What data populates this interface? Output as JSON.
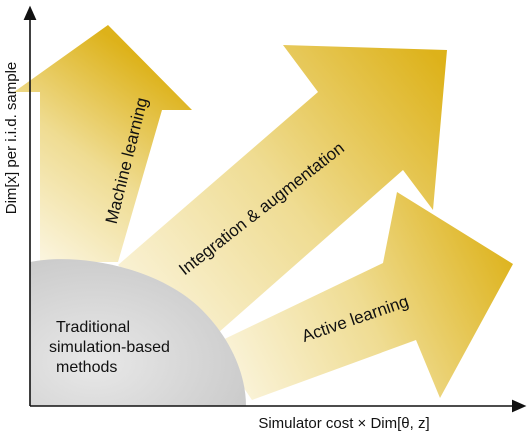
{
  "diagram": {
    "y_axis_label": "Dim[x] per i.i.d. sample",
    "x_axis_label": "Simulator cost × Dim[θ, z]",
    "traditional_region": {
      "lines": [
        "Traditional",
        "simulation-based",
        "methods"
      ],
      "color": "#cfcfcf"
    },
    "arrows": [
      {
        "label": "Machine learning"
      },
      {
        "label": "Integration & augmentation"
      },
      {
        "label": "Active learning"
      }
    ],
    "colors": {
      "arrow_light": "#fbf5df",
      "arrow_mid": "#efdc92",
      "arrow_dark": "#ddb21a",
      "axis": "#111111"
    }
  }
}
